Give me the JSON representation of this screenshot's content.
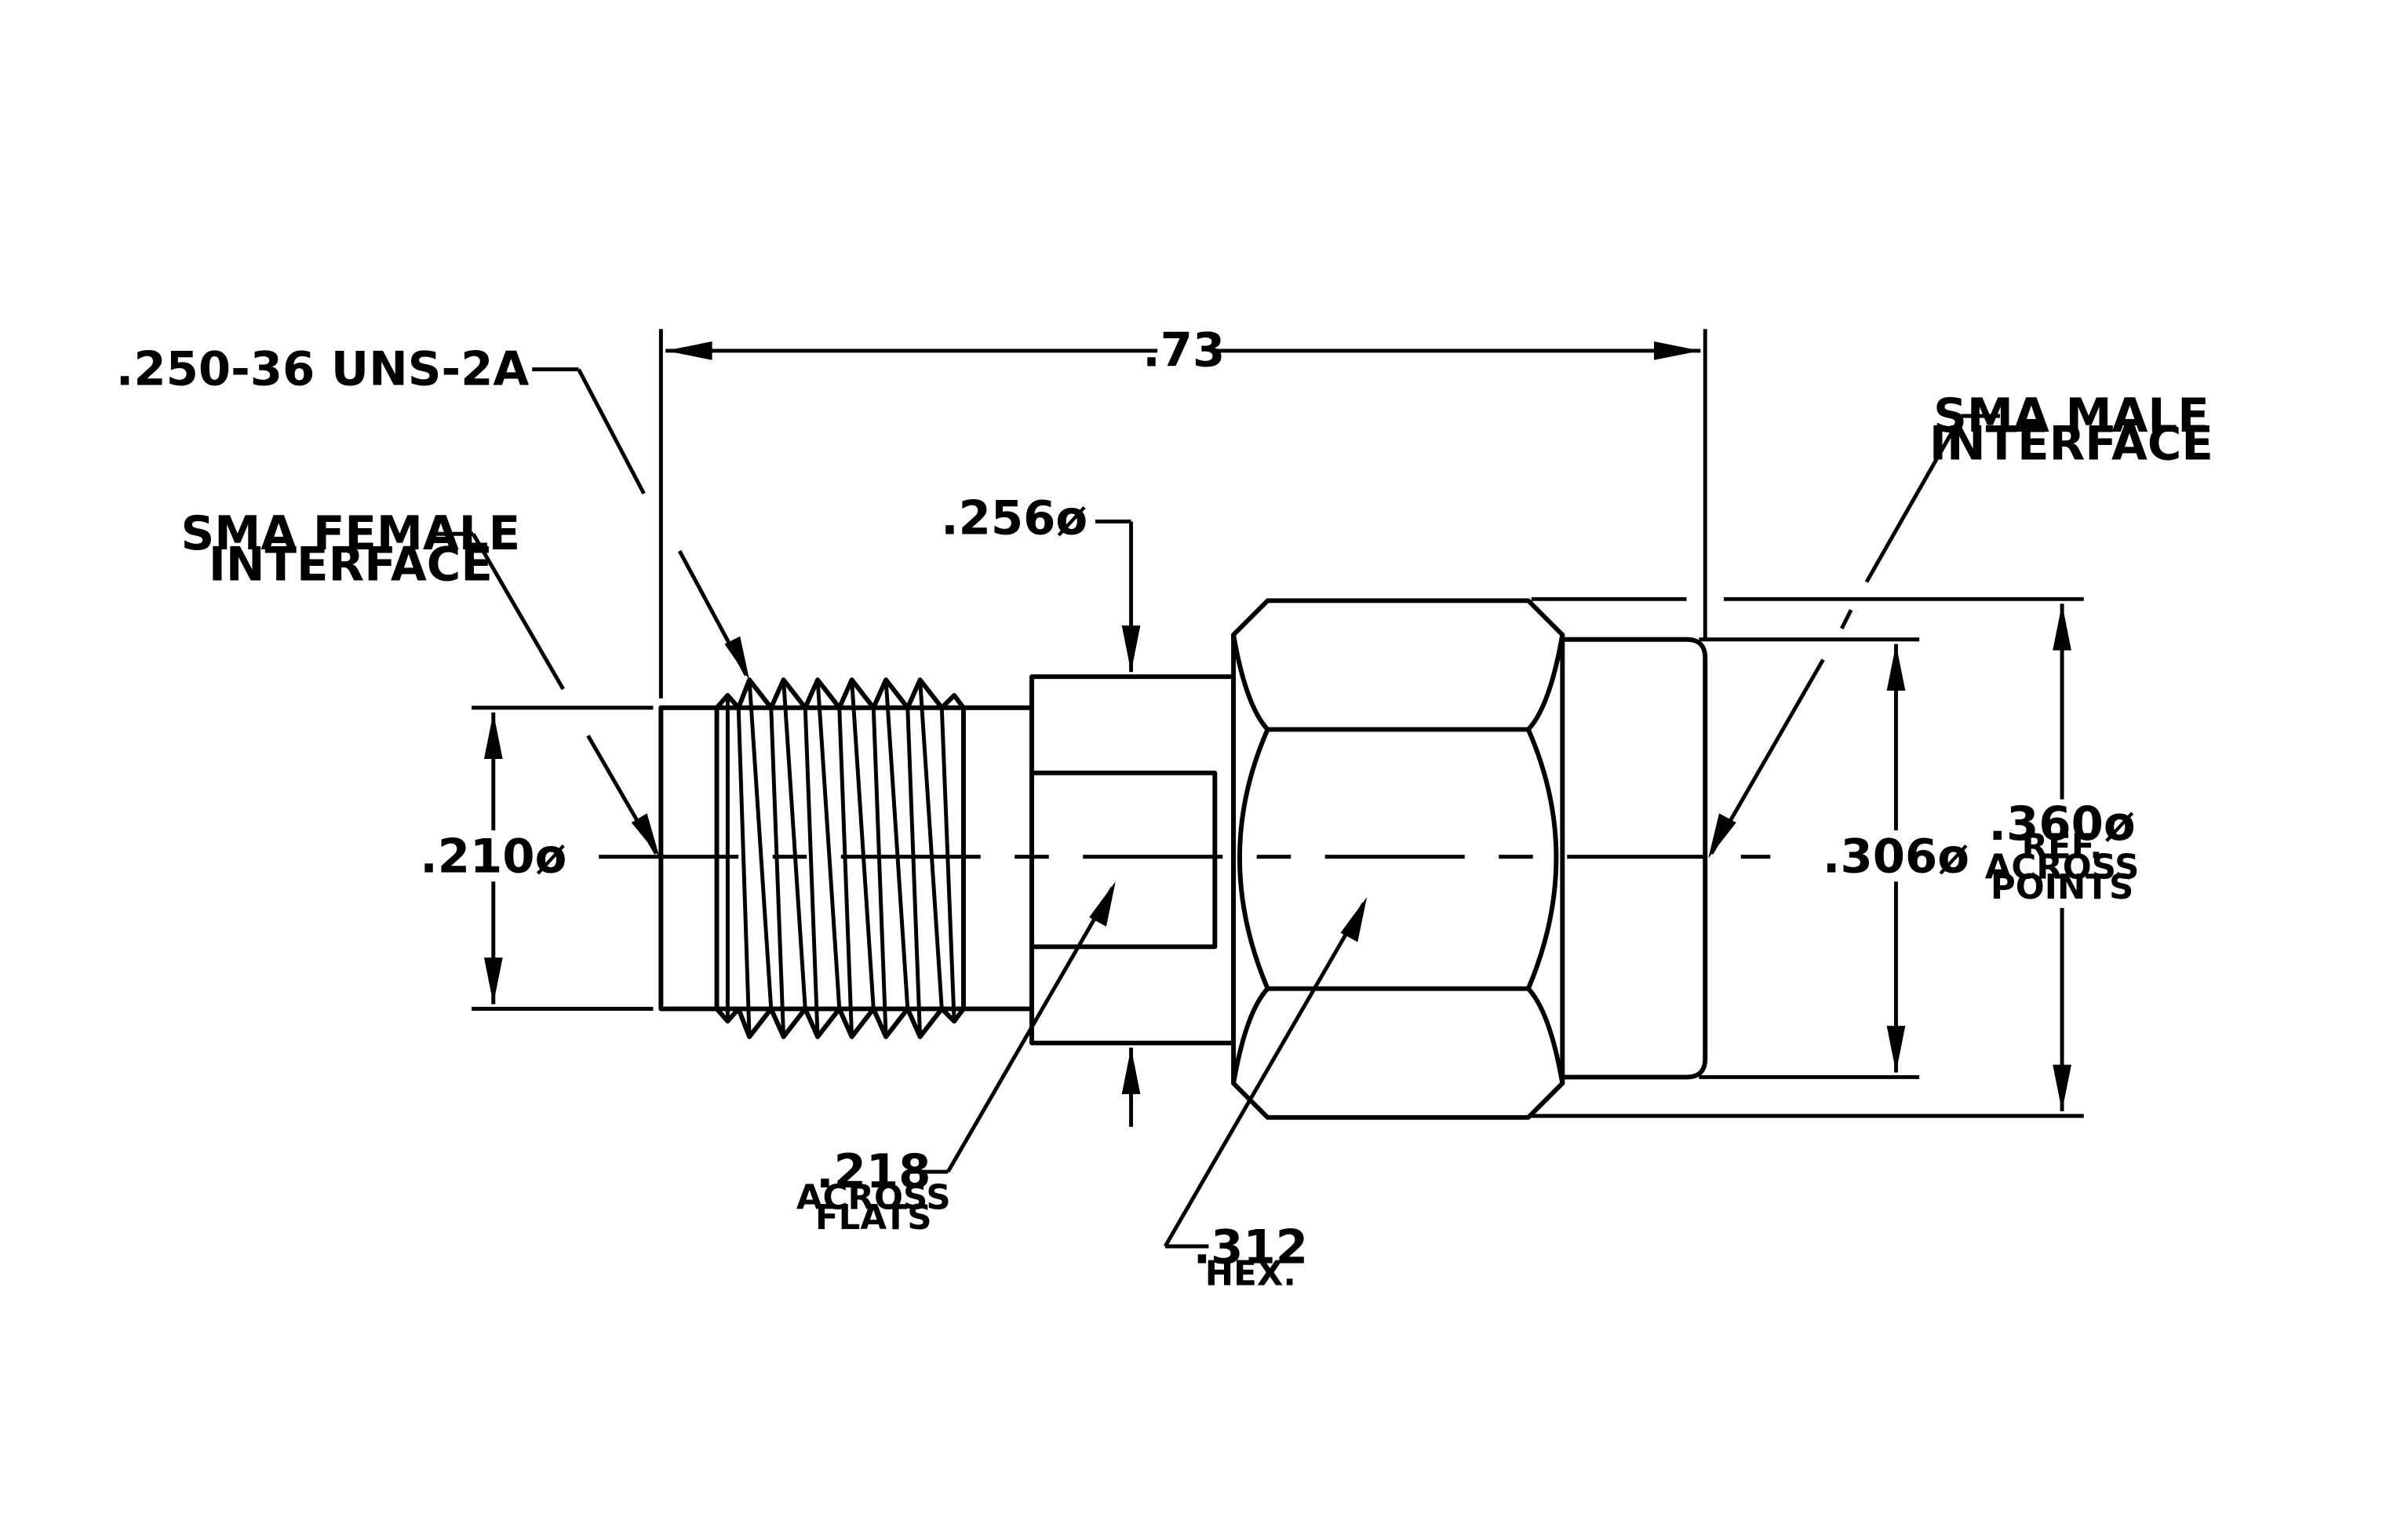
{
  "labels": {
    "thread_spec": ".250-36 UNS-2A",
    "female_line1": "SMA FEMALE",
    "female_line2": "INTERFACE",
    "male_line1": "SMA MALE",
    "male_line2": "INTERFACE",
    "length": ".73",
    "dia_210": ".210ø",
    "dia_256": ".256ø",
    "dia_306": ".306ø",
    "dia_360": ".360ø",
    "dia_360_sub1": "REF.",
    "dia_360_sub2": "ACROSS",
    "dia_360_sub3": "POINTS",
    "flats_218": ".218",
    "flats_218_sub1": "ACROSS",
    "flats_218_sub2": "FLATS",
    "hex_312": ".312",
    "hex_312_sub": "HEX."
  },
  "colors": {
    "ink": "#000000",
    "paper": "#ffffff"
  }
}
